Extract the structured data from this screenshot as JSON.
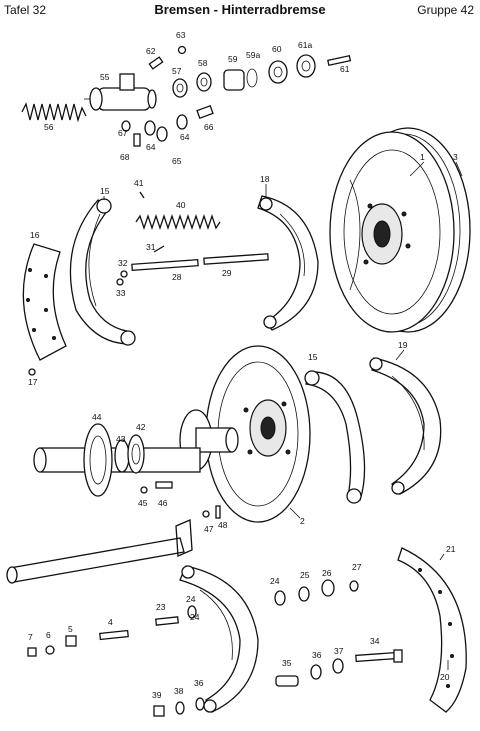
{
  "header": {
    "left": "Tafel 32",
    "center": "Bremsen - Hinterradbremse",
    "right": "Gruppe 42"
  },
  "diagram": {
    "part_labels": [
      "1",
      "2",
      "3",
      "4",
      "5",
      "6",
      "7",
      "15",
      "15",
      "16",
      "17",
      "18",
      "19",
      "20",
      "21",
      "23",
      "24",
      "24",
      "24",
      "25",
      "26",
      "27",
      "28",
      "29",
      "31",
      "32",
      "33",
      "34",
      "35",
      "36",
      "36",
      "37",
      "38",
      "39",
      "40",
      "41",
      "42",
      "43",
      "44",
      "45",
      "46",
      "47",
      "48",
      "55",
      "56",
      "57",
      "58",
      "59",
      "59a",
      "60",
      "61",
      "61a",
      "62",
      "63",
      "64",
      "64",
      "65",
      "66",
      "67",
      "68"
    ]
  }
}
